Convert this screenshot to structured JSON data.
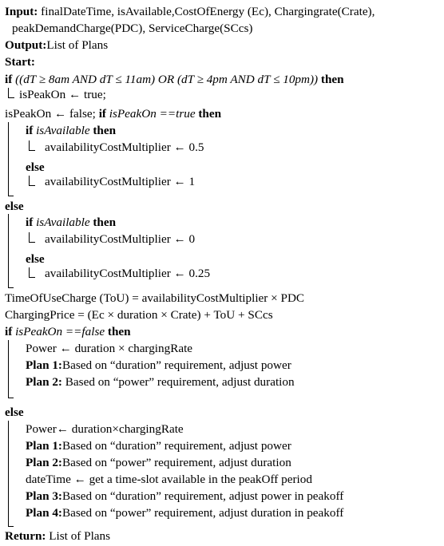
{
  "input": {
    "label": "Input:",
    "line1": " finalDateTime, isAvailable,CostOfEnergy (Ec), Chargingrate(Crate),",
    "line2": "peakDemandCharge(PDC), ServiceCharge(SCcs)"
  },
  "output": {
    "label": "Output:",
    "text": "List of Plans"
  },
  "start": "Start:",
  "if_time": {
    "kw_if": "if",
    "cond": " ((dT ≥ 8am AND dT ≤ 11am) OR (dT ≥ 4pm AND dT ≤ 10pm)) ",
    "kw_then": "then",
    "body": "isPeakOn ← true;"
  },
  "peak_block": {
    "prefix": "isPeakOn ← false;  ",
    "kw_if": "if",
    "cond": " isPeakOn ==true ",
    "kw_then": "then",
    "inner_if": {
      "kw_if": "if",
      "cond": " isAvailable ",
      "kw_then": "then"
    },
    "mult_a": "availabilityCostMultiplier ← 0.5",
    "kw_else": "else",
    "mult_b": "availabilityCostMultiplier ← 1"
  },
  "else_block": {
    "kw_else": "else",
    "inner_if": {
      "kw_if": "if",
      "cond": " isAvailable ",
      "kw_then": "then"
    },
    "mult_a": "availabilityCostMultiplier ← 0",
    "mult_b": "availabilityCostMultiplier ← 0.25"
  },
  "formulas": {
    "tou": "TimeOfUseCharge (ToU) = availabilityCostMultiplier × PDC",
    "price": "ChargingPrice = (Ec × duration × Crate) + ToU + SCcs"
  },
  "offpeak": {
    "kw_if": "if",
    "cond": " isPeakOn ==false ",
    "kw_then": "then",
    "power": "Power ← duration × chargingRate",
    "plan1_label": "Plan 1:",
    "plan1_text": "Based on “duration” requirement, adjust power",
    "plan2_label": "Plan 2:",
    "plan2_text": " Based on “power” requirement, adjust duration"
  },
  "peak": {
    "kw_else": "else",
    "power": "Power← duration×chargingRate",
    "plan1_label": "Plan 1:",
    "plan1_text": "Based on “duration” requirement, adjust power",
    "plan2_label": "Plan 2:",
    "plan2_text": "Based on “power” requirement, adjust duration",
    "datetime": "dateTime ← get a time-slot available in the peakOff period",
    "plan3_label": "Plan 3:",
    "plan3_text": "Based on “duration” requirement, adjust power in peakoff",
    "plan4_label": "Plan 4:",
    "plan4_text": "Based on “power” requirement, adjust duration in peakoff"
  },
  "return": {
    "label": "Return:",
    "text": " List of Plans"
  }
}
